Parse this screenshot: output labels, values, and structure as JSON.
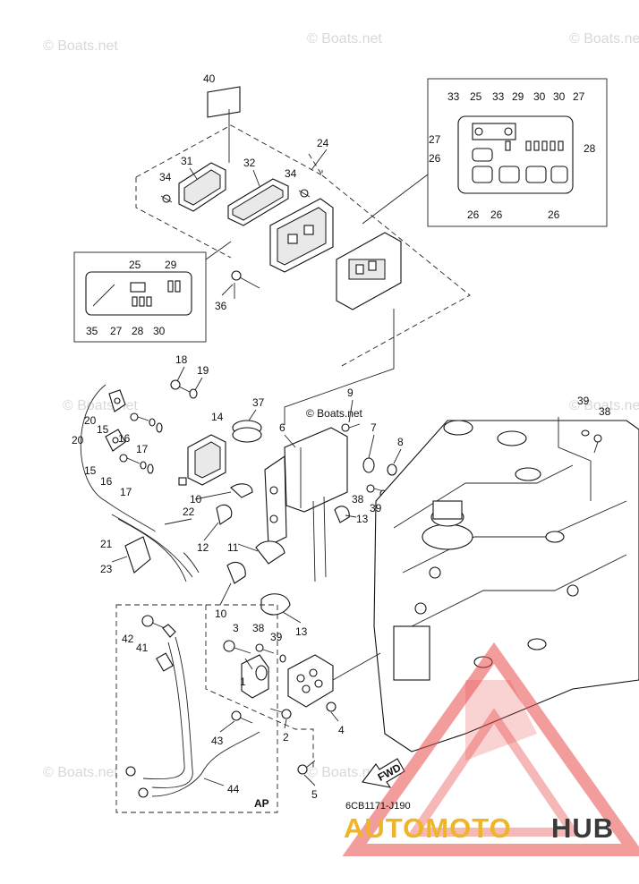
{
  "diagram": {
    "watermark": "© Boats.net",
    "center_watermark": "© Boats.net",
    "diagram_code": "6CB1171-J190",
    "fwd_label": "FWD",
    "ap_label": "AP",
    "brand": {
      "part1": "AUTOMOTO",
      "part2": "HUB",
      "color_accent": "#f0b429",
      "color_dark": "#3a3a3a",
      "logo_color": "#e84b4b"
    },
    "callouts": {
      "n1": "1",
      "n2": "2",
      "n3": "3",
      "n4": "4",
      "n5": "5",
      "n6": "6",
      "n7": "7",
      "n8": "8",
      "n9": "9",
      "n10a": "10",
      "n10b": "10",
      "n11": "11",
      "n12": "12",
      "n13a": "13",
      "n13b": "13",
      "n14": "14",
      "n15a": "15",
      "n15b": "15",
      "n16a": "16",
      "n16b": "16",
      "n17a": "17",
      "n17b": "17",
      "n18": "18",
      "n19": "19",
      "n20a": "20",
      "n20b": "20",
      "n21": "21",
      "n22": "22",
      "n23": "23",
      "n24": "24",
      "n25a": "25",
      "n25b": "25",
      "n26a": "26",
      "n26b": "26",
      "n26c": "26",
      "n26d": "26",
      "n27a": "27",
      "n27b": "27",
      "n27c": "27",
      "n28a": "28",
      "n28b": "28",
      "n29a": "29",
      "n29b": "29",
      "n30a": "30",
      "n30b": "30",
      "n30c": "30",
      "n31": "31",
      "n32": "32",
      "n33a": "33",
      "n33b": "33",
      "n34a": "34",
      "n34b": "34",
      "n35": "35",
      "n36": "36",
      "n37": "37",
      "n38a": "38",
      "n38b": "38",
      "n38c": "38",
      "n39a": "39",
      "n39b": "39",
      "n39c": "39",
      "n40": "40",
      "n41": "41",
      "n42": "42",
      "n43": "43",
      "n44": "44"
    }
  }
}
